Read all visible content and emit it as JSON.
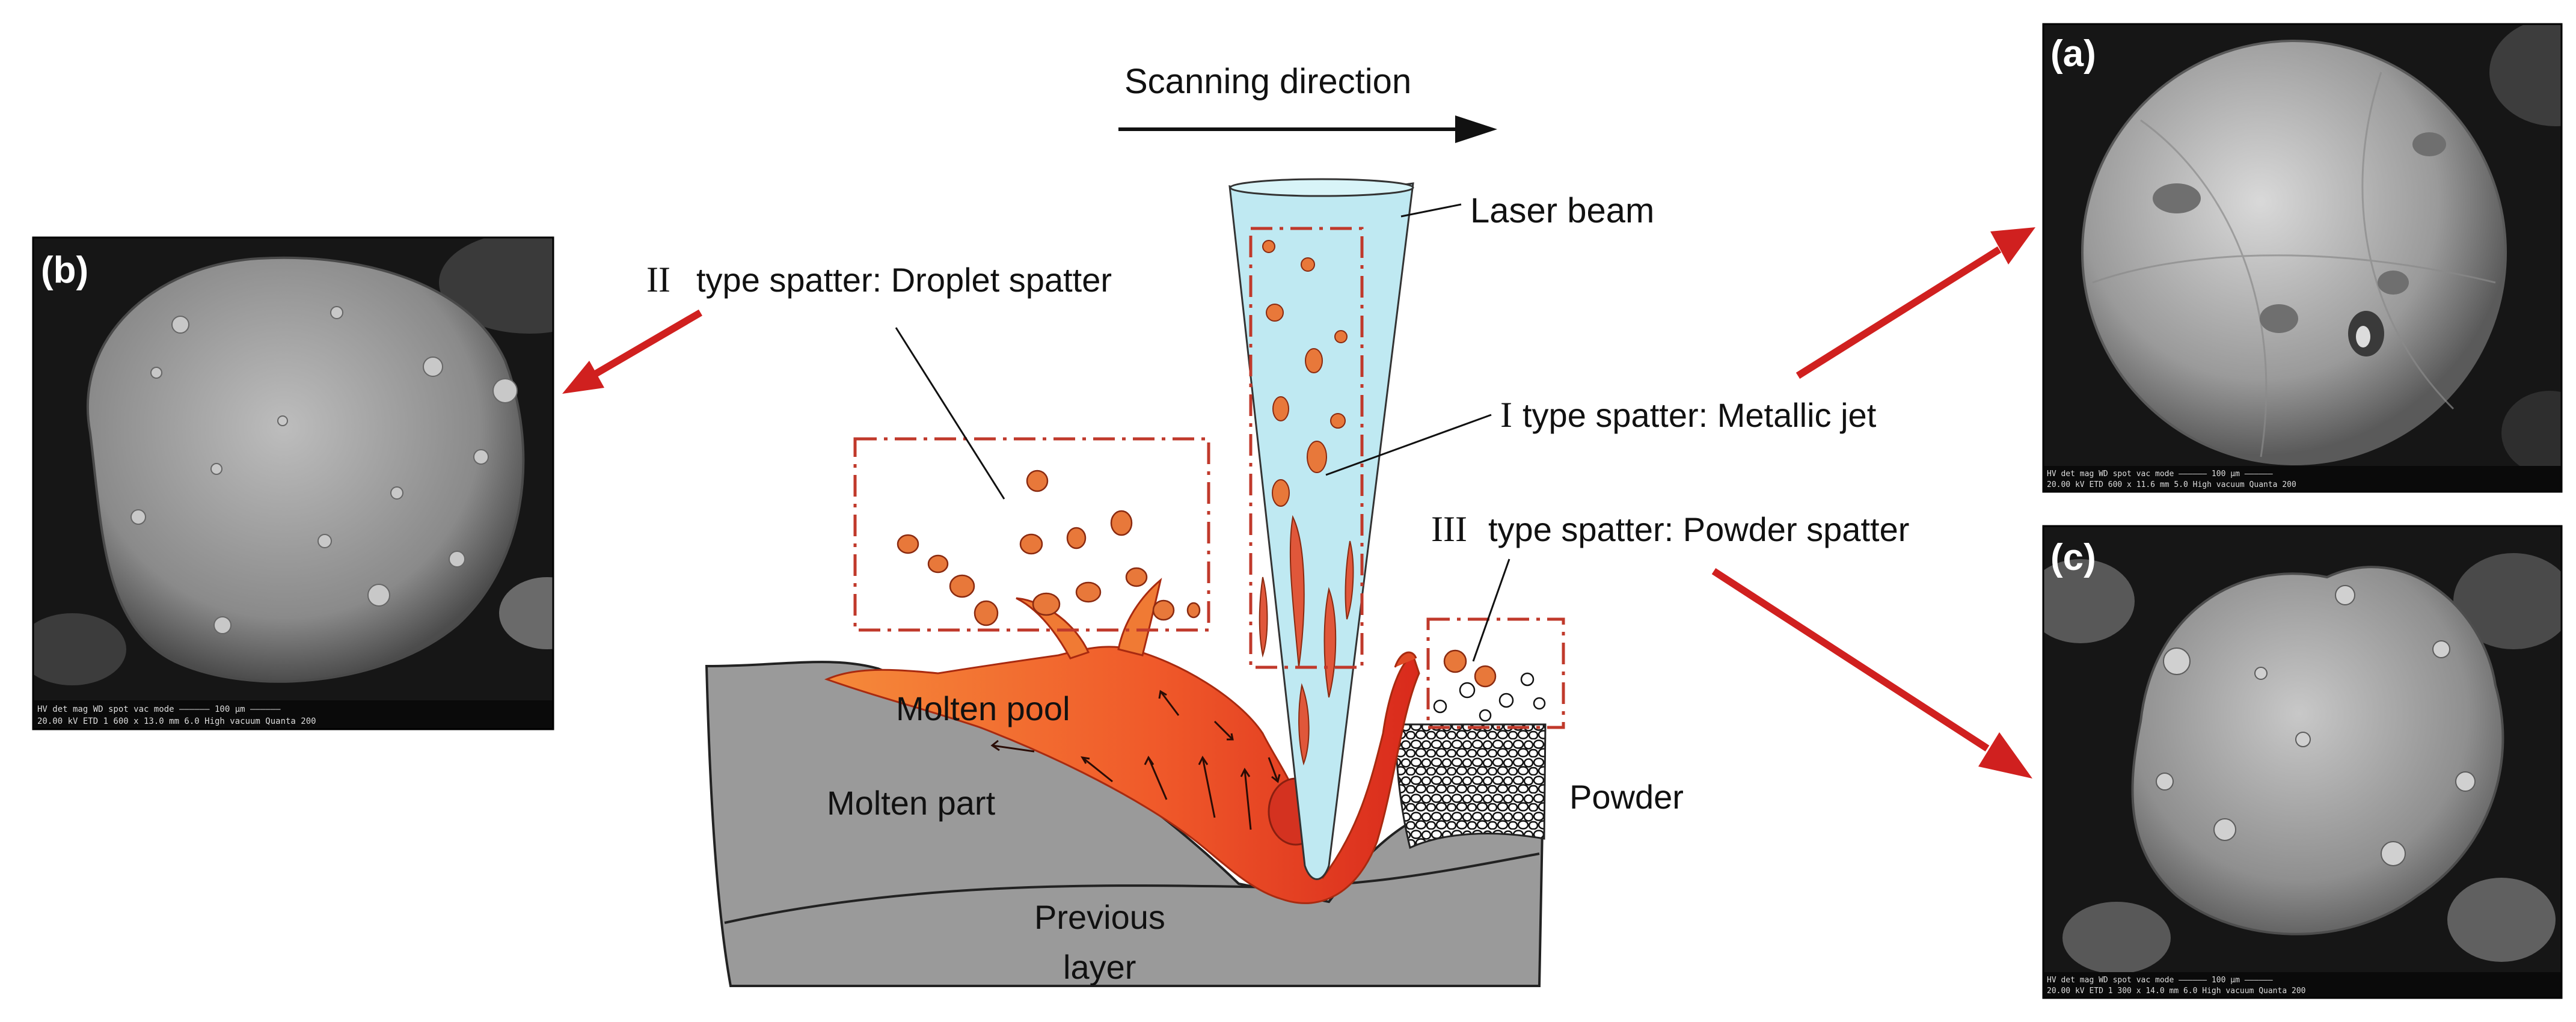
{
  "labels": {
    "scanning_direction": "Scanning direction",
    "laser_beam": "Laser beam",
    "droplet_spatter_numeral": "II",
    "droplet_spatter_text": "type spatter: Droplet spatter",
    "metallic_jet_numeral": "I",
    "metallic_jet_text": "type spatter: Metallic jet",
    "powder_spatter_numeral": "III",
    "powder_spatter_text": "type spatter: Powder spatter",
    "molten_pool": "Molten pool",
    "molten_part": "Molten part",
    "powder": "Powder",
    "previous_layer_line1": "Previous",
    "previous_layer_line2": "layer"
  },
  "panels": {
    "a": {
      "tag": "(a)",
      "scale_row1": "HV     det    mag     WD    spot   vac mode        ——————  100 µm  ——————",
      "scale_row2": "20.00 kV  ETD   600 x  11.6 mm  5.0   High vacuum            Quanta 200"
    },
    "b": {
      "tag": "(b)",
      "scale_row1": "HV     det    mag     WD    spot   vac mode        ——————  100 µm  ——————",
      "scale_row2": "20.00 kV  ETD   1 600 x  13.0 mm  6.0   High vacuum            Quanta 200"
    },
    "c": {
      "tag": "(c)",
      "scale_row1": "HV     det    mag     WD    spot   vac mode        ——————  100 µm  ——————",
      "scale_row2": "20.00 kV  ETD   1 300 x  14.0 mm  6.0   High vacuum            Quanta 200"
    }
  },
  "colors": {
    "substrate": "#9a9a9a",
    "molten_pool": "#f26a2e",
    "molten_core": "#e0311f",
    "laser_beam": "#bfe9f2",
    "spatter_droplet": "#e8783a",
    "callout_box": "#c0392b",
    "arrow_red": "#d0201f",
    "sem_background": "#161616"
  }
}
